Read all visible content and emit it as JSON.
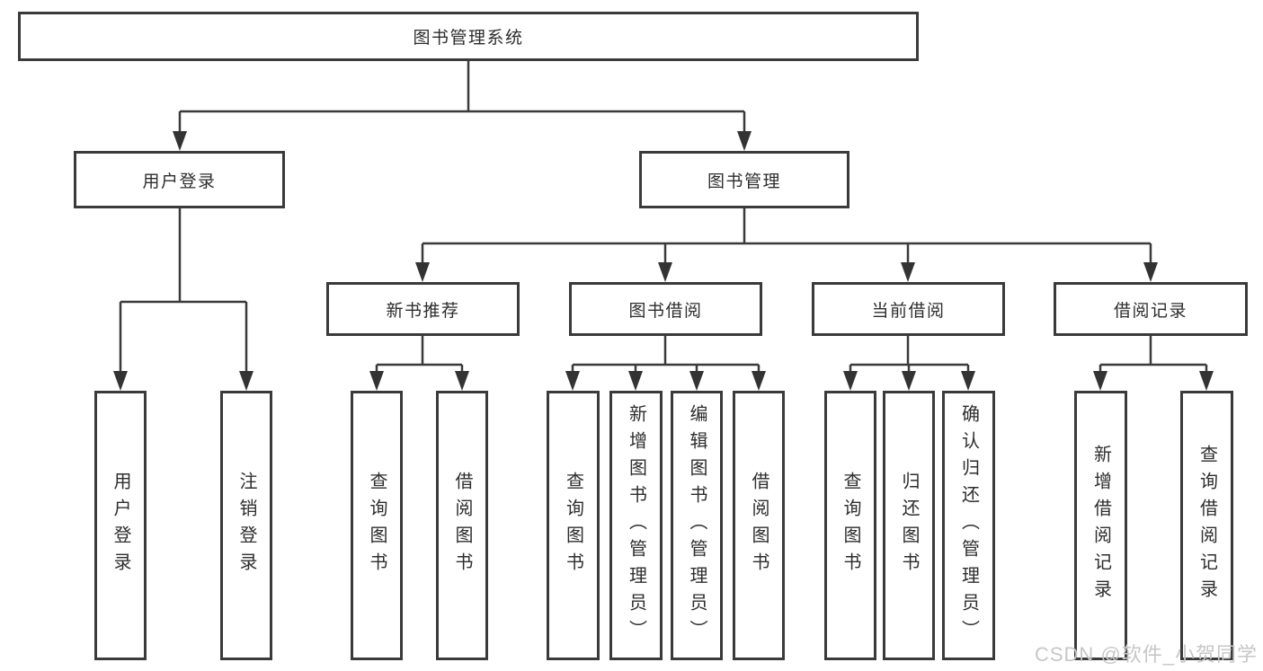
{
  "tree": {
    "root": "图书管理系统",
    "branches": [
      {
        "label": "用户登录",
        "children": [
          "用户登录",
          "注销登录"
        ]
      },
      {
        "label": "图书管理",
        "sections": [
          {
            "label": "新书推荐",
            "children": [
              "查询图书",
              "借阅图书"
            ]
          },
          {
            "label": "图书借阅",
            "children": [
              "查询图书",
              "新增图书（管理员）",
              "编辑图书（管理员）",
              "借阅图书"
            ]
          },
          {
            "label": "当前借阅",
            "children": [
              "查询图书",
              "归还图书",
              "确认归还（管理员）"
            ]
          },
          {
            "label": "借阅记录",
            "children": [
              "新增借阅记录",
              "查询借阅记录"
            ]
          }
        ]
      }
    ]
  },
  "watermark": "CSDN @软件_小贺同学",
  "colors": {
    "line": "#3a3a3a",
    "box_border": "#3a3a3a",
    "text": "#2d2d2d",
    "watermark": "#c7c7c7",
    "background": "#ffffff"
  }
}
